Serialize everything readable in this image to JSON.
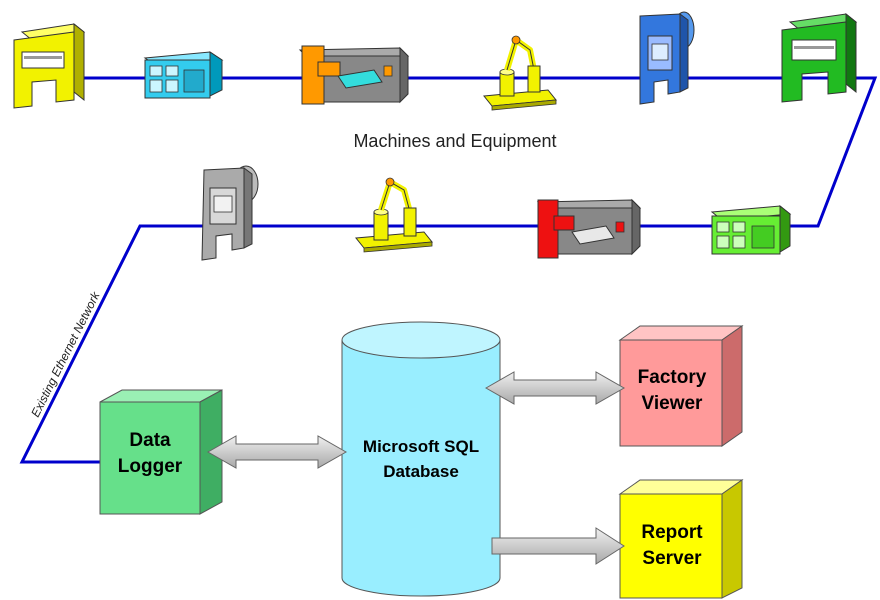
{
  "title": "Machines and Equipment",
  "network_label": "Existing Ethernet Network",
  "data_logger": {
    "line1": "Data",
    "line2": "Logger"
  },
  "database": {
    "line1": "Microsoft SQL",
    "line2": "Database"
  },
  "factory_viewer": {
    "line1": "Factory",
    "line2": "Viewer"
  },
  "report_server": {
    "line1": "Report",
    "line2": "Server"
  },
  "colors": {
    "network_line": "#0000cc",
    "data_logger": "#66e08a",
    "database": "#99eeff",
    "factory_viewer": "#ff9a9a",
    "report_server": "#ffff00",
    "arrow": "#c8c8c8"
  },
  "machines_row1": [
    "yellow-press-icon",
    "cyan-controller-icon",
    "orange-molding-machine-icon",
    "yellow-robot-arm-icon",
    "blue-punch-press-icon",
    "green-press-icon"
  ],
  "machines_row2": [
    "gray-punch-press-icon",
    "yellow-robot-arm-icon",
    "red-molding-machine-icon",
    "green-controller-icon"
  ]
}
